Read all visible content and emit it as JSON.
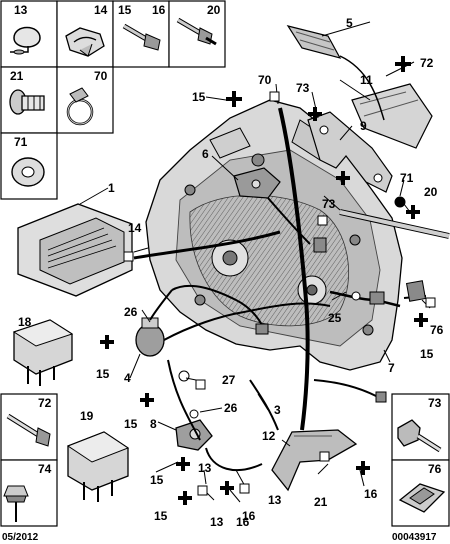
{
  "diagram": {
    "kind": "exploded-parts-diagram",
    "subject": "automatic gearbox wiring and mounting parts",
    "footer": {
      "date": "05/2012",
      "reference": "00043917"
    },
    "inset_labels": {
      "box_13": "13",
      "box_14": "14",
      "box_15": "15",
      "box_16": "16",
      "box_20": "20",
      "box_21": "21",
      "box_70": "70",
      "box_71": "71",
      "box_72": "72",
      "box_73": "73",
      "box_74": "74",
      "box_76": "76"
    },
    "callouts": {
      "c5": "5",
      "c72": "72",
      "c70": "70",
      "c73a": "73",
      "c15a": "15",
      "c11": "11",
      "c9": "9",
      "c6": "6",
      "c71": "71",
      "c20": "20",
      "c73b": "73",
      "c1": "1",
      "c14": "14",
      "c18": "18",
      "c26a": "26",
      "c15b": "15",
      "c4": "4",
      "c25": "25",
      "c76": "76",
      "c15c": "15",
      "c7": "7",
      "c27": "27",
      "c8": "8",
      "c15d": "15",
      "c3": "3",
      "c26b": "26",
      "c19": "19",
      "c12": "12",
      "c13a": "13",
      "c16a": "16",
      "c15e": "15",
      "c16b": "16",
      "c13b": "13",
      "c21": "21",
      "c15f": "15",
      "c13c": "13",
      "c16c": "16"
    }
  }
}
